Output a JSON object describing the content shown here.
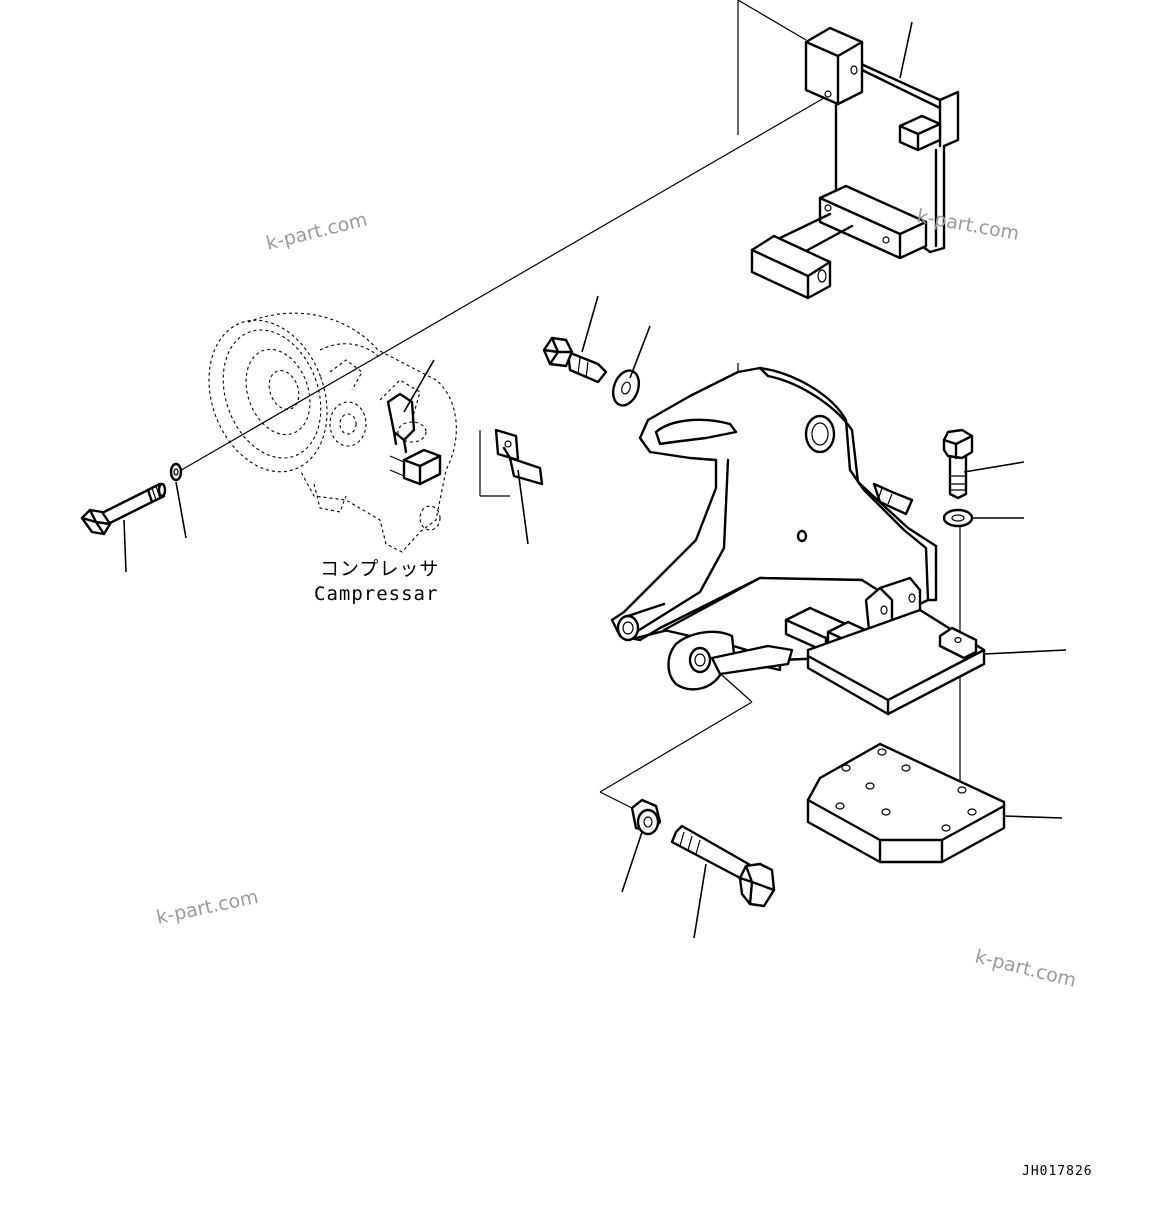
{
  "labels": {
    "compressor_jp": "コンプレッサ",
    "compressor_en": "Campressar",
    "drawing_code": "JH017826"
  },
  "watermark": {
    "text": "k-part.com",
    "color": "#9a9a9a"
  }
}
